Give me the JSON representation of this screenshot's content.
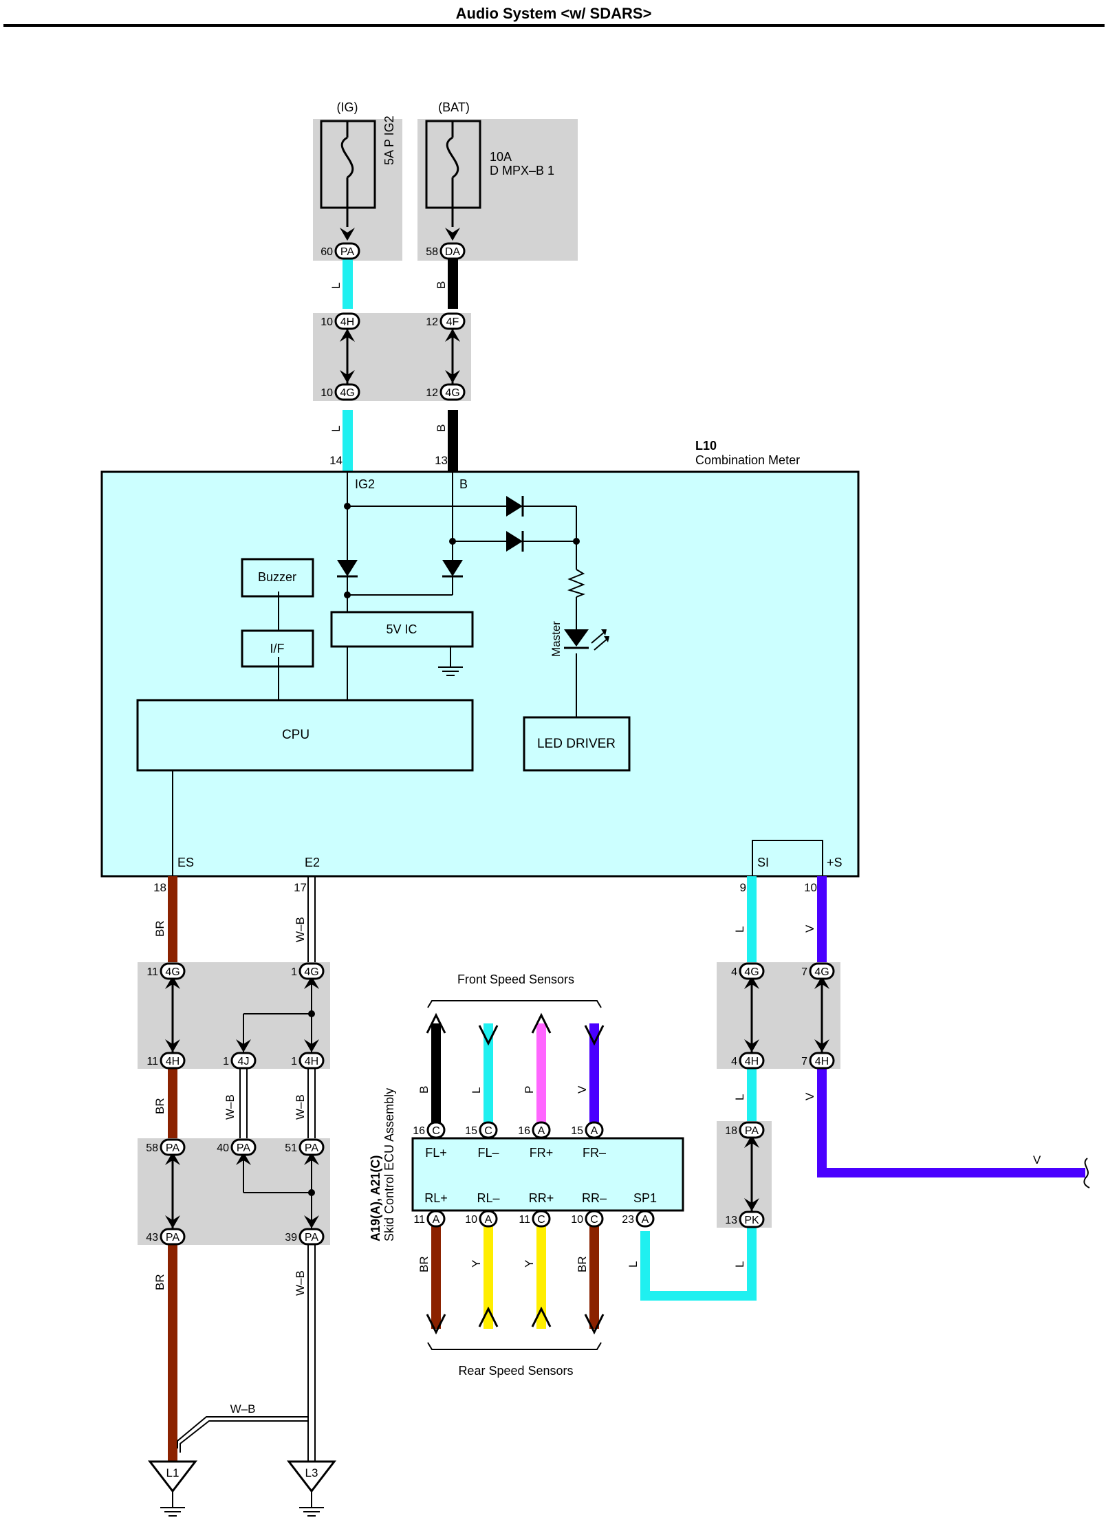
{
  "title": "Audio System <w/ SDARS>",
  "colors": {
    "L": "#1ff0f0",
    "B": "#000000",
    "BR": "#8b2200",
    "V": "#4a00ff",
    "P": "#ff66ff",
    "Y": "#ffee00",
    "W-B": "#ffffff",
    "ecu_fill": "#ccffff",
    "connector_block": "#d3d3d3"
  },
  "fuses": {
    "ig": {
      "supply": "(IG)",
      "label": "5A P IG2"
    },
    "bat": {
      "supply": "(BAT)",
      "amp": "10A",
      "label": "D MPX–B 1"
    }
  },
  "connectors": {
    "c60pa": {
      "pin": "60",
      "code": "PA"
    },
    "c58da": {
      "pin": "58",
      "code": "DA"
    },
    "c10_4h": {
      "pin": "10",
      "code": "4H"
    },
    "c12_4f": {
      "pin": "12",
      "code": "4F"
    },
    "c10_4g": {
      "pin": "10",
      "code": "4G"
    },
    "c12_4g": {
      "pin": "12",
      "code": "4G"
    },
    "c11_4g": {
      "pin": "11",
      "code": "4G"
    },
    "c1_4g": {
      "pin": "1",
      "code": "4G"
    },
    "c11_4h": {
      "pin": "11",
      "code": "4H"
    },
    "c1_4j": {
      "pin": "1",
      "code": "4J"
    },
    "c1_4h": {
      "pin": "1",
      "code": "4H"
    },
    "c58pa": {
      "pin": "58",
      "code": "PA"
    },
    "c40pa": {
      "pin": "40",
      "code": "PA"
    },
    "c51pa": {
      "pin": "51",
      "code": "PA"
    },
    "c43pa": {
      "pin": "43",
      "code": "PA"
    },
    "c39pa": {
      "pin": "39",
      "code": "PA"
    },
    "c4_4g": {
      "pin": "4",
      "code": "4G"
    },
    "c7_4g": {
      "pin": "7",
      "code": "4G"
    },
    "c4_4h": {
      "pin": "4",
      "code": "4H"
    },
    "c7_4h": {
      "pin": "7",
      "code": "4H"
    },
    "c18pa": {
      "pin": "18",
      "code": "PA"
    },
    "c13pk": {
      "pin": "13",
      "code": "PK"
    }
  },
  "wire_labels": {
    "l_upper": "L",
    "b_upper": "B",
    "l_mid": "L",
    "b_mid": "B",
    "br_1": "BR",
    "wb_1": "W–B",
    "br_2": "BR",
    "wb_2": "W–B",
    "wb_3": "W–B",
    "br_3": "BR",
    "wb_4": "W–B",
    "wb_ground": "W–B",
    "l_right1": "L",
    "v_right1": "V",
    "l_right2": "L",
    "v_right2": "V",
    "v_out": "V",
    "l_right3": "L",
    "l_sp1": "L",
    "sensor_b": "B",
    "sensor_l": "L",
    "sensor_p": "P",
    "sensor_v": "V",
    "rear_br1": "BR",
    "rear_y1": "Y",
    "rear_y2": "Y",
    "rear_br2": "BR"
  },
  "meter": {
    "code": "L10",
    "name": "Combination Meter",
    "pins": {
      "ig2_num": "14",
      "b_num": "13",
      "es_num": "18",
      "e2_num": "17",
      "si_num": "9",
      "s_num": "10"
    },
    "terminals": {
      "ig2": "IG2",
      "b": "B",
      "es": "ES",
      "e2": "E2",
      "si": "SI",
      "s": "+S"
    },
    "blocks": {
      "buzzer": "Buzzer",
      "if": "I/F",
      "ic": "5V IC",
      "cpu": "CPU",
      "led_driver": "LED DRIVER"
    },
    "led_label": "Master"
  },
  "ecu": {
    "code": "A19(A), A21(C)",
    "name": "Skid Control ECU Assembly",
    "top_terminals": [
      "FL+",
      "FL–",
      "FR+",
      "FR–"
    ],
    "bottom_terminals": [
      "RL+",
      "RL–",
      "RR+",
      "RR–",
      "SP1"
    ],
    "top_pins": [
      {
        "pin": "16",
        "code": "C"
      },
      {
        "pin": "15",
        "code": "C"
      },
      {
        "pin": "16",
        "code": "A"
      },
      {
        "pin": "15",
        "code": "A"
      }
    ],
    "bottom_pins": [
      {
        "pin": "11",
        "code": "A"
      },
      {
        "pin": "10",
        "code": "A"
      },
      {
        "pin": "11",
        "code": "C"
      },
      {
        "pin": "10",
        "code": "C"
      },
      {
        "pin": "23",
        "code": "A"
      }
    ]
  },
  "sensors": {
    "front": "Front Speed Sensors",
    "rear": "Rear Speed Sensors"
  },
  "grounds": {
    "g1": "L1",
    "g3": "L3"
  }
}
